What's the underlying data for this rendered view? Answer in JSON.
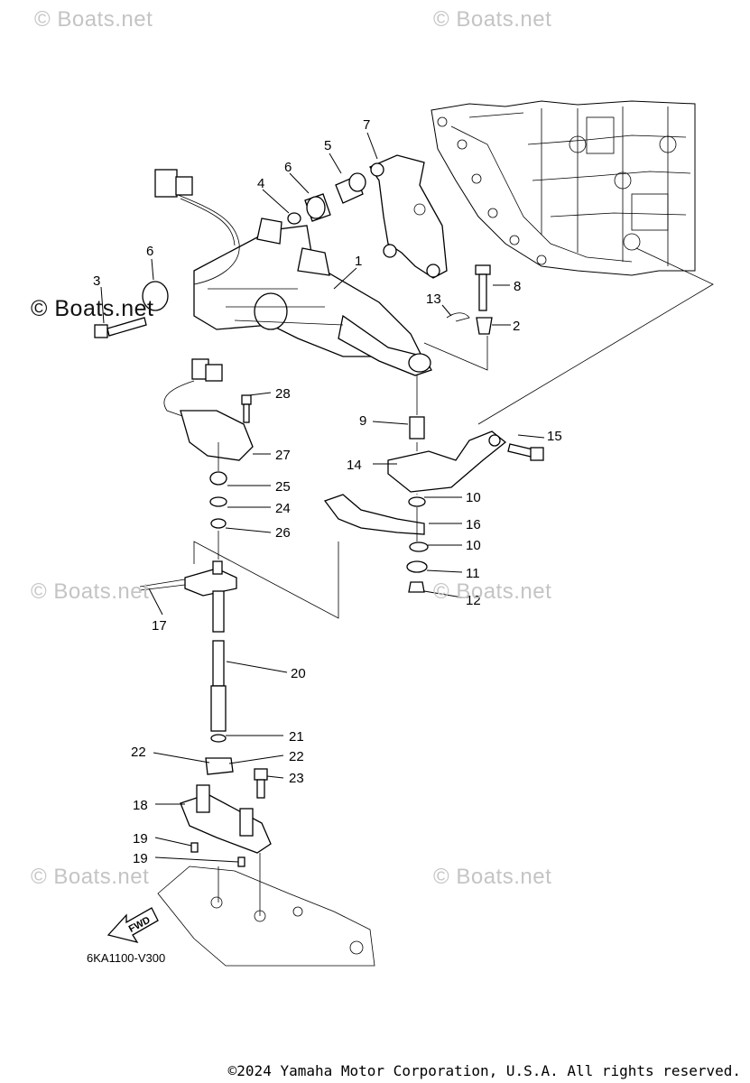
{
  "watermarks": [
    "© Boats.net",
    "© Boats.net",
    "© Boats.net",
    "© Boats.net",
    "© Boats.net",
    "© Boats.net",
    "© Boats.net"
  ],
  "callouts": [
    "1",
    "2",
    "3",
    "4",
    "5",
    "6",
    "6",
    "7",
    "8",
    "9",
    "10",
    "10",
    "11",
    "12",
    "13",
    "14",
    "15",
    "16",
    "17",
    "18",
    "19",
    "19",
    "20",
    "21",
    "22",
    "22",
    "23",
    "24",
    "25",
    "26",
    "27",
    "28"
  ],
  "diagram_code": "6KA1100-V300",
  "fwd_label": "FWD",
  "copyright": "©2024 Yamaha Motor Corporation, U.S.A. All rights reserved."
}
